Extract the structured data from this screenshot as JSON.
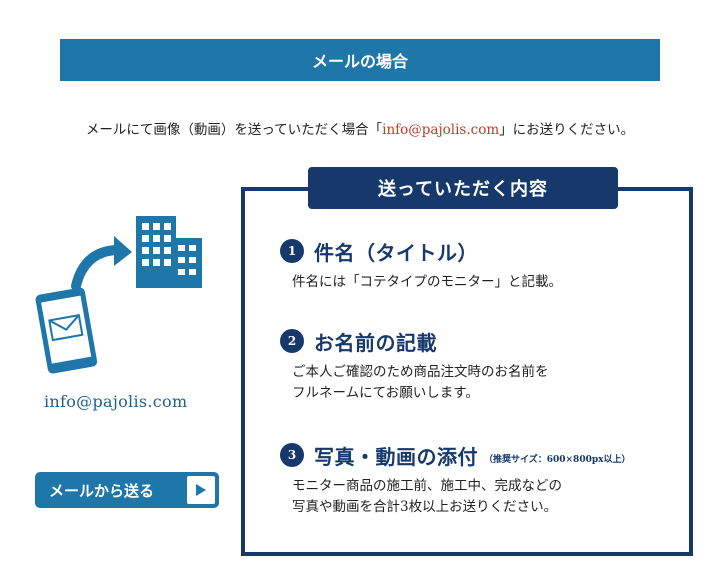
{
  "header": {
    "title": "メールの場合"
  },
  "intro": {
    "before": "メールにて画像（動画）を送っていただく場合「",
    "email": "info@pajolis.com",
    "after": "」にお送りください。"
  },
  "sidebar": {
    "email": "info@pajolis.com",
    "button_label": "メールから送る"
  },
  "panel": {
    "title": "送っていただく内容",
    "items": [
      {
        "num": "1",
        "title": "件名（タイトル）",
        "note": "",
        "lines": [
          "件名には「コテタイプのモニター」と記載。"
        ]
      },
      {
        "num": "2",
        "title": "お名前の記載",
        "note": "",
        "lines": [
          "ご本人ご確認のため商品注文時のお名前を",
          "フルネームにてお願いします。"
        ]
      },
      {
        "num": "3",
        "title": "写真・動画の添付",
        "note": "（推奨サイズ：600×800px以上）",
        "lines": [
          "モニター商品の施工前、施工中、完成などの",
          "写真や動画を合計3枚以上お送りください。"
        ]
      }
    ]
  },
  "colors": {
    "accent": "#1f76a8",
    "navy": "#16386b",
    "link": "#c0392b"
  },
  "icons": [
    "phone-mail-icon",
    "arrow-icon",
    "building-icon",
    "play-arrow-icon"
  ]
}
